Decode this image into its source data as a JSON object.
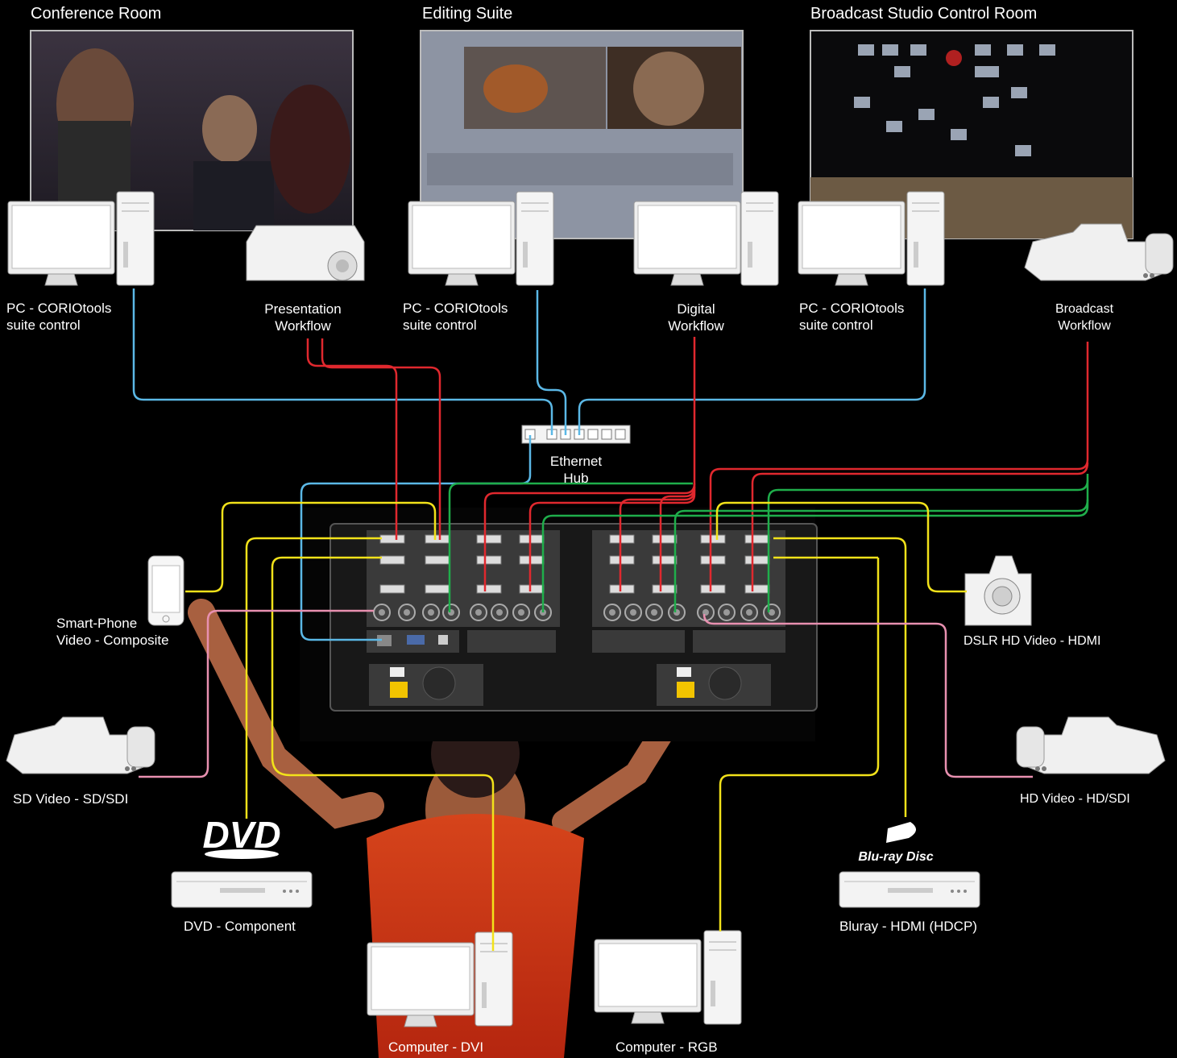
{
  "rooms": {
    "conference": "Conference Room",
    "editing": "Editing Suite",
    "broadcast": "Broadcast Studio Control Room"
  },
  "labels": {
    "pc1": [
      "PC - CORIOtools",
      "suite control"
    ],
    "presentation": [
      "Presentation",
      "Workflow"
    ],
    "pc2": [
      "PC - CORIOtools",
      "suite control"
    ],
    "digital": [
      "Digital",
      "Workflow"
    ],
    "pc3": [
      "PC - CORIOtools",
      "suite control"
    ],
    "broadcast_wf": [
      "Broadcast",
      "Workflow"
    ],
    "hub": [
      "Ethernet",
      "Hub"
    ],
    "smartphone": [
      "Smart-Phone",
      "Video - Composite"
    ],
    "dslr": "DSLR HD Video - HDMI",
    "sd_video": "SD Video - SD/SDI",
    "hd_video": "HD Video - HD/SDI",
    "dvd": "DVD - Component",
    "bluray": "Bluray - HDMI (HDCP)",
    "computer_dvi": "Computer - DVI",
    "computer_rgb": "Computer - RGB"
  },
  "logos": {
    "dvd": "DVD",
    "bluray": "Blu-ray Disc"
  },
  "colors": {
    "ethernet": "#5bb8e6",
    "red_link": "#e0282e",
    "yellow_link": "#f2e21a",
    "green_link": "#1fae4b",
    "pink_link": "#e890b0",
    "background": "#000000"
  }
}
